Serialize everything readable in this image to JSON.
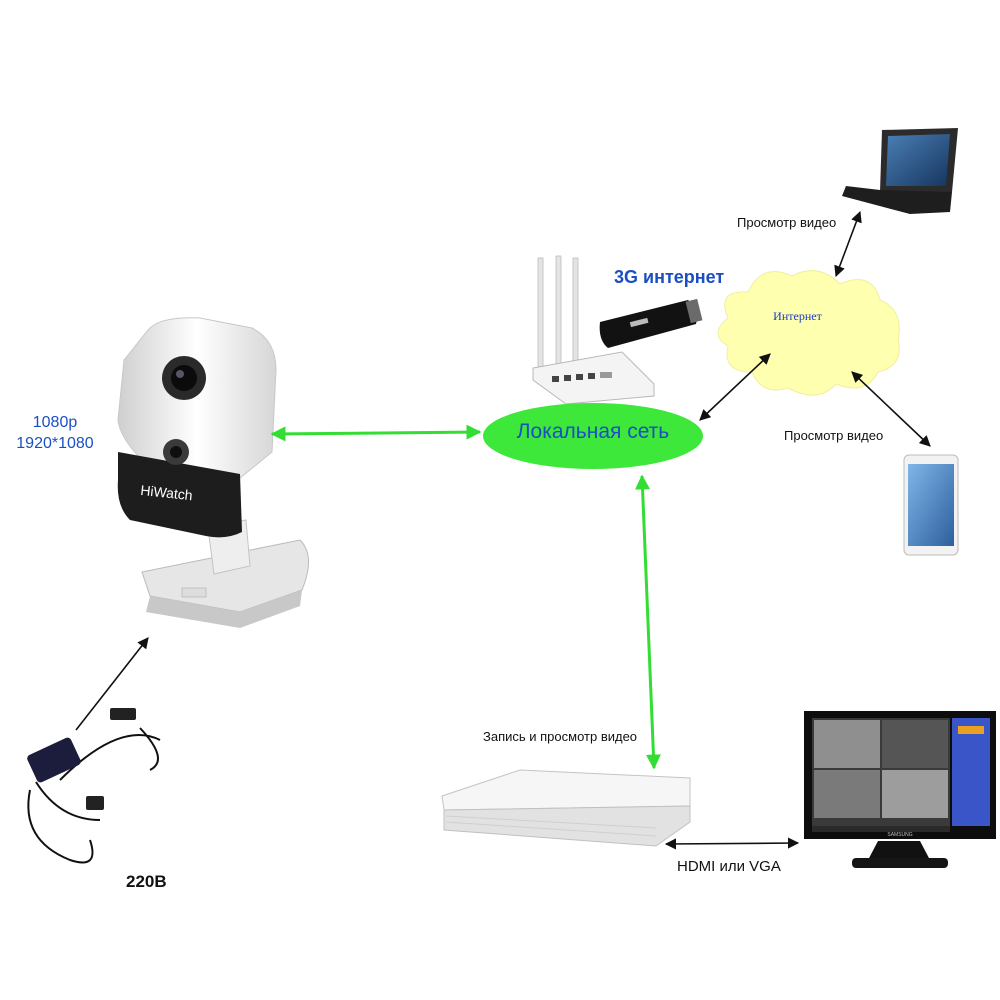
{
  "camera": {
    "brand": "HiWatch",
    "resolution": "1080p",
    "resolution_pixels": "1920*1080"
  },
  "power": {
    "voltage": "220В"
  },
  "modem": {
    "label": "3G интернет"
  },
  "network": {
    "local": "Локальная сеть",
    "internet": "Интернет"
  },
  "laptop": {
    "caption": "Просмотр видео"
  },
  "phone": {
    "caption": "Просмотр видео"
  },
  "recorder": {
    "caption": "Запись и просмотр видео"
  },
  "monitor": {
    "link": "HDMI или VGA",
    "brand": "SAMSUNG"
  },
  "colors": {
    "lan_ellipse": "#3ee83a",
    "internet_cloud": "#ffffb0",
    "green_arrow": "#33dd33",
    "black_arrow": "#111111",
    "label_blue": "#1a4fc4"
  }
}
